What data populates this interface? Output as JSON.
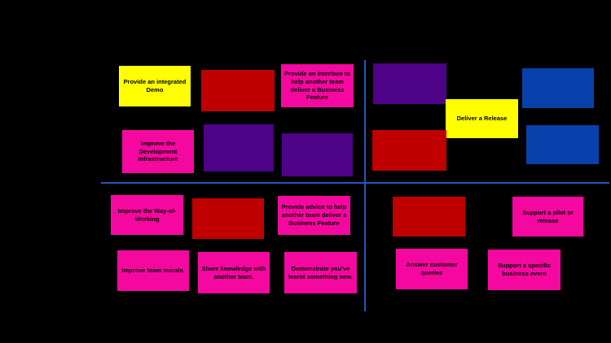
{
  "board": {
    "background": "#000000",
    "axis_line_color": "#2257BE",
    "note_text_color": "#000000",
    "column_labels": {
      "left": "",
      "right": ""
    },
    "row_labels": {
      "top": "",
      "bottom": ""
    }
  },
  "palette": {
    "yellow": "#FFFF00",
    "magenta": "#F5089F",
    "red": "#C00000",
    "purple": "#4E0287",
    "blue": "#0841AC"
  },
  "notes": [
    {
      "label": "Provide an integrated Demo",
      "color": "#FFFF00",
      "quadrant": "top-left"
    },
    {
      "label": "",
      "color": "#C00000",
      "quadrant": "top-left"
    },
    {
      "label": "Provide an Interface to help another team deliver a Business Feature",
      "color": "#F5089F",
      "quadrant": "top-left"
    },
    {
      "label": "Improve the Development Infrastructure",
      "color": "#F5089F",
      "quadrant": "top-left"
    },
    {
      "label": "",
      "color": "#4E0287",
      "quadrant": "top-left"
    },
    {
      "label": "",
      "color": "#4E0287",
      "quadrant": "top-left"
    },
    {
      "label": "",
      "color": "#4E0287",
      "quadrant": "top-right"
    },
    {
      "label": "Deliver a Release",
      "color": "#FFFF00",
      "quadrant": "top-right"
    },
    {
      "label": "",
      "color": "#0841AC",
      "quadrant": "top-right"
    },
    {
      "label": "",
      "color": "#C00000",
      "quadrant": "top-right"
    },
    {
      "label": "",
      "color": "#0841AC",
      "quadrant": "top-right"
    },
    {
      "label": "Improve the Way-of-Working",
      "color": "#F5089F",
      "quadrant": "bottom-left"
    },
    {
      "label": "",
      "color": "#C00000",
      "quadrant": "bottom-left"
    },
    {
      "label": "Provide advice to help another team deliver a Business Feature",
      "color": "#F5089F",
      "quadrant": "bottom-left"
    },
    {
      "label": "Improve team morale.",
      "color": "#F5089F",
      "quadrant": "bottom-left"
    },
    {
      "label": "Share knowledge with another team.",
      "color": "#F5089F",
      "quadrant": "bottom-left"
    },
    {
      "label": "Demonstrate you've learnt something new.",
      "color": "#F5089F",
      "quadrant": "bottom-left"
    },
    {
      "label": "",
      "color": "#C00000",
      "quadrant": "bottom-right"
    },
    {
      "label": "Support a pilot or release",
      "color": "#F5089F",
      "quadrant": "bottom-right"
    },
    {
      "label": "Answer customer queries",
      "color": "#F5089F",
      "quadrant": "bottom-right"
    },
    {
      "label": "Support a specific business event",
      "color": "#F5089F",
      "quadrant": "bottom-right"
    }
  ]
}
